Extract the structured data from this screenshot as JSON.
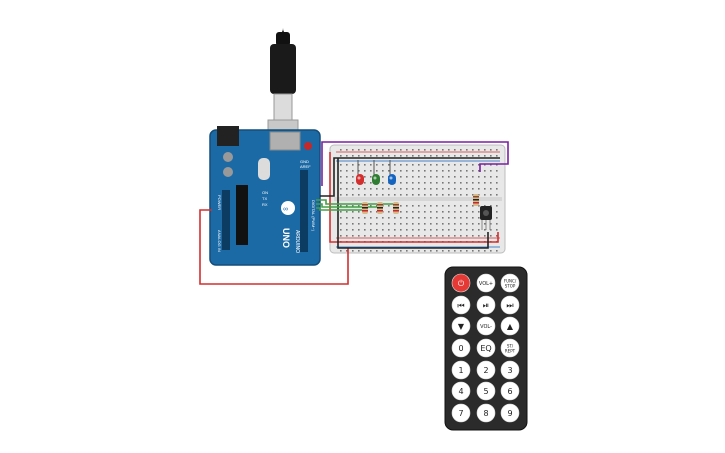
{
  "arduino": {
    "brand_line1": "ARDUINO",
    "model": "UNO",
    "power_header_label": "POWER",
    "analog_header_label": "ANALOG IN",
    "digital_header_label": "DIGITAL (PWM~)",
    "on_label": "ON",
    "tx_label": "TX",
    "rx_label": "RX",
    "aref_label": "AREF",
    "gnd_label": "GND"
  },
  "remote": {
    "buttons": [
      {
        "id": "power",
        "label": "⏻",
        "color": "#e53935",
        "text_color": "#ffffff"
      },
      {
        "id": "vol_up",
        "label": "VOL+",
        "color": "#ffffff",
        "text_color": "#222222"
      },
      {
        "id": "func_stop",
        "label": "FUNC/\nSTOP",
        "color": "#ffffff",
        "text_color": "#222222"
      },
      {
        "id": "prev",
        "label": "⏮",
        "color": "#ffffff",
        "text_color": "#222222"
      },
      {
        "id": "play_pause",
        "label": "⏯",
        "color": "#ffffff",
        "text_color": "#222222"
      },
      {
        "id": "next",
        "label": "⏭",
        "color": "#ffffff",
        "text_color": "#222222"
      },
      {
        "id": "down",
        "label": "▼",
        "color": "#ffffff",
        "text_color": "#222222"
      },
      {
        "id": "vol_down",
        "label": "VOL-",
        "color": "#ffffff",
        "text_color": "#222222"
      },
      {
        "id": "up",
        "label": "▲",
        "color": "#ffffff",
        "text_color": "#222222"
      },
      {
        "id": "zero",
        "label": "0",
        "color": "#ffffff",
        "text_color": "#222222"
      },
      {
        "id": "eq",
        "label": "EQ",
        "color": "#ffffff",
        "text_color": "#222222"
      },
      {
        "id": "st_rept",
        "label": "ST/\nREPT",
        "color": "#ffffff",
        "text_color": "#222222"
      },
      {
        "id": "one",
        "label": "1",
        "color": "#ffffff",
        "text_color": "#222222"
      },
      {
        "id": "two",
        "label": "2",
        "color": "#ffffff",
        "text_color": "#222222"
      },
      {
        "id": "three",
        "label": "3",
        "color": "#ffffff",
        "text_color": "#222222"
      },
      {
        "id": "four",
        "label": "4",
        "color": "#ffffff",
        "text_color": "#222222"
      },
      {
        "id": "five",
        "label": "5",
        "color": "#ffffff",
        "text_color": "#222222"
      },
      {
        "id": "six",
        "label": "6",
        "color": "#ffffff",
        "text_color": "#222222"
      },
      {
        "id": "seven",
        "label": "7",
        "color": "#ffffff",
        "text_color": "#222222"
      },
      {
        "id": "eight",
        "label": "8",
        "color": "#ffffff",
        "text_color": "#222222"
      },
      {
        "id": "nine",
        "label": "9",
        "color": "#ffffff",
        "text_color": "#222222"
      }
    ]
  },
  "leds": [
    {
      "name": "red-led",
      "color": "#d32f2f"
    },
    {
      "name": "green-led",
      "color": "#2e7d32"
    },
    {
      "name": "blue-led",
      "color": "#1565c0"
    }
  ],
  "colors": {
    "arduino_board": "#1c6aa5",
    "breadboard": "#e8e8e8",
    "wire_red": "#d32f2f",
    "wire_purple": "#7b1fa2",
    "wire_green": "#43a047",
    "wire_black": "#222222",
    "remote_body": "#2b2b2b"
  }
}
